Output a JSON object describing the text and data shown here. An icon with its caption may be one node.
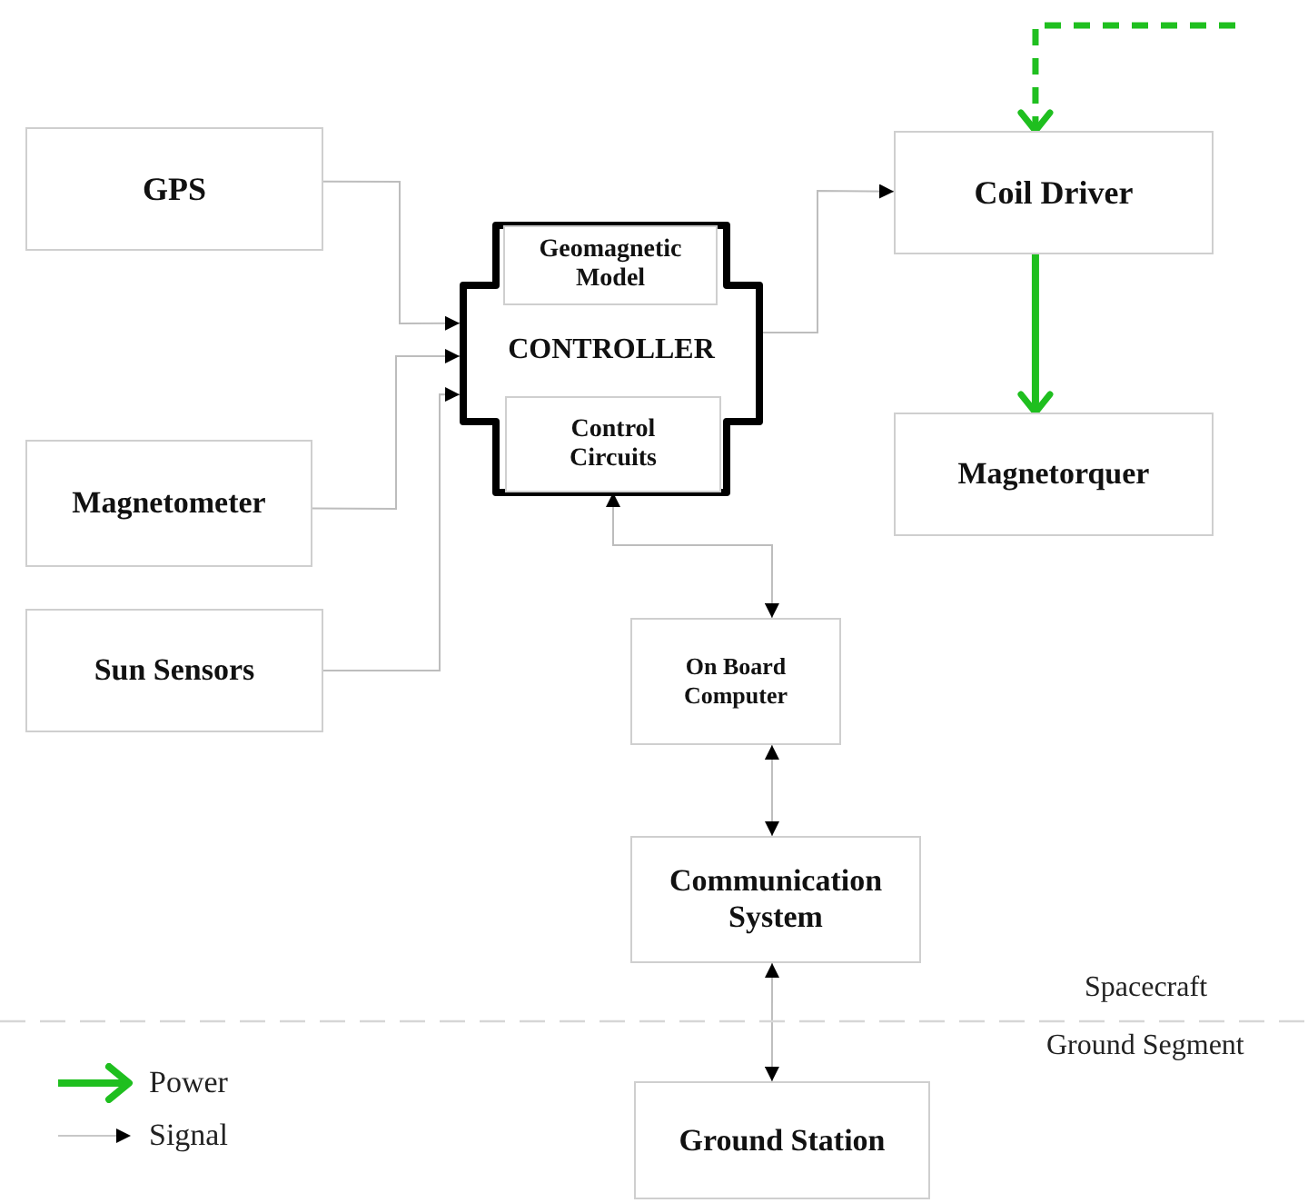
{
  "diagram": {
    "nodes": [
      {
        "text": [
          "GPS"
        ]
      },
      {
        "text": [
          "Magnetometer"
        ]
      },
      {
        "text": [
          "Sun Sensors"
        ]
      },
      {
        "text": [
          "CONTROLLER"
        ]
      },
      {
        "text": [
          "Geomagnetic Model"
        ],
        "in": 3
      },
      {
        "text": [
          "Control Circuits"
        ],
        "in": 3
      },
      {
        "text": [
          "Coil Driver"
        ]
      },
      {
        "text": [
          "Magnetorquer"
        ]
      },
      {
        "text": [
          "On Board Computer"
        ]
      },
      {
        "text": [
          "Communication System"
        ]
      },
      {
        "text": [
          "Ground Station"
        ]
      }
    ],
    "edges": [
      {
        "from": 0,
        "to": 3,
        "arrow": "to"
      },
      {
        "from": 1,
        "to": 3,
        "arrow": "to"
      },
      {
        "from": 2,
        "to": 3,
        "arrow": "to"
      },
      {
        "from": 3,
        "to": 6,
        "arrow": "to"
      },
      {
        "from": null,
        "to": 6,
        "arrow": "to",
        "style": "dashed",
        "color": "#1fbf1f"
      },
      {
        "from": 6,
        "to": 7,
        "arrow": "to",
        "style": "thick",
        "color": "#1fbf1f"
      },
      {
        "from": 5,
        "to": 8,
        "arrow": "both"
      },
      {
        "from": 8,
        "to": 9,
        "arrow": "both"
      },
      {
        "from": 9,
        "to": 10,
        "arrow": "both"
      }
    ],
    "labels": [
      "Spacecraft",
      "Ground Segment"
    ],
    "legend": [
      {
        "text": "Power"
      },
      {
        "text": "Signal"
      }
    ]
  }
}
